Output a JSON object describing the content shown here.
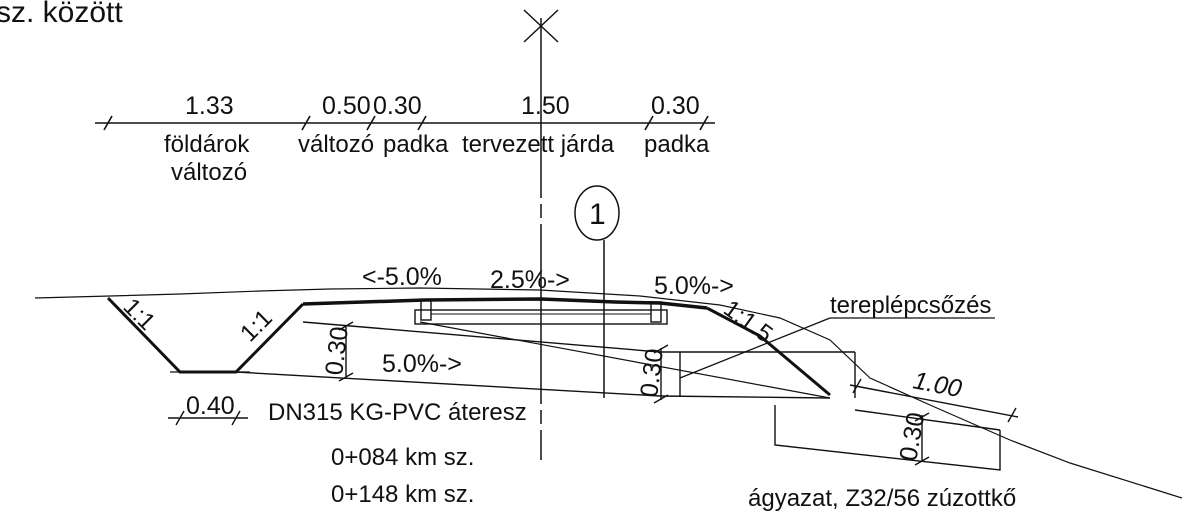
{
  "header": {
    "title_fragment": "sz. között"
  },
  "top_dimensions": {
    "values": [
      "1.33",
      "0.50",
      "0.30",
      "1.50",
      "0.30"
    ],
    "labels": [
      "földárok",
      "változó",
      "változó",
      "padka",
      "tervezett járda",
      "padka"
    ]
  },
  "marker": {
    "number": "1"
  },
  "slopes": {
    "left_cross": "<-5.0%",
    "mid_cross": "2.5%->",
    "right_cross": "5.0%->",
    "bottom_cross": "5.0%->",
    "ditch_left": "1:1",
    "ditch_right": "1:1",
    "embankment": "1:1.5"
  },
  "thickness": {
    "left": "0.30",
    "mid": "0.30",
    "right": "0.30",
    "ditch_bottom_width": "0.40",
    "bedding_width": "1.00"
  },
  "annotations": {
    "step": "tereplépcsőzés",
    "culvert": "DN315 KG-PVC áteresz",
    "km1": "0+084 km sz.",
    "km2": "0+148 km sz.",
    "bedding": "ágyazat, Z32/56 zúzottkő"
  },
  "colors": {
    "ink": "#111111",
    "paper": "#ffffff"
  }
}
